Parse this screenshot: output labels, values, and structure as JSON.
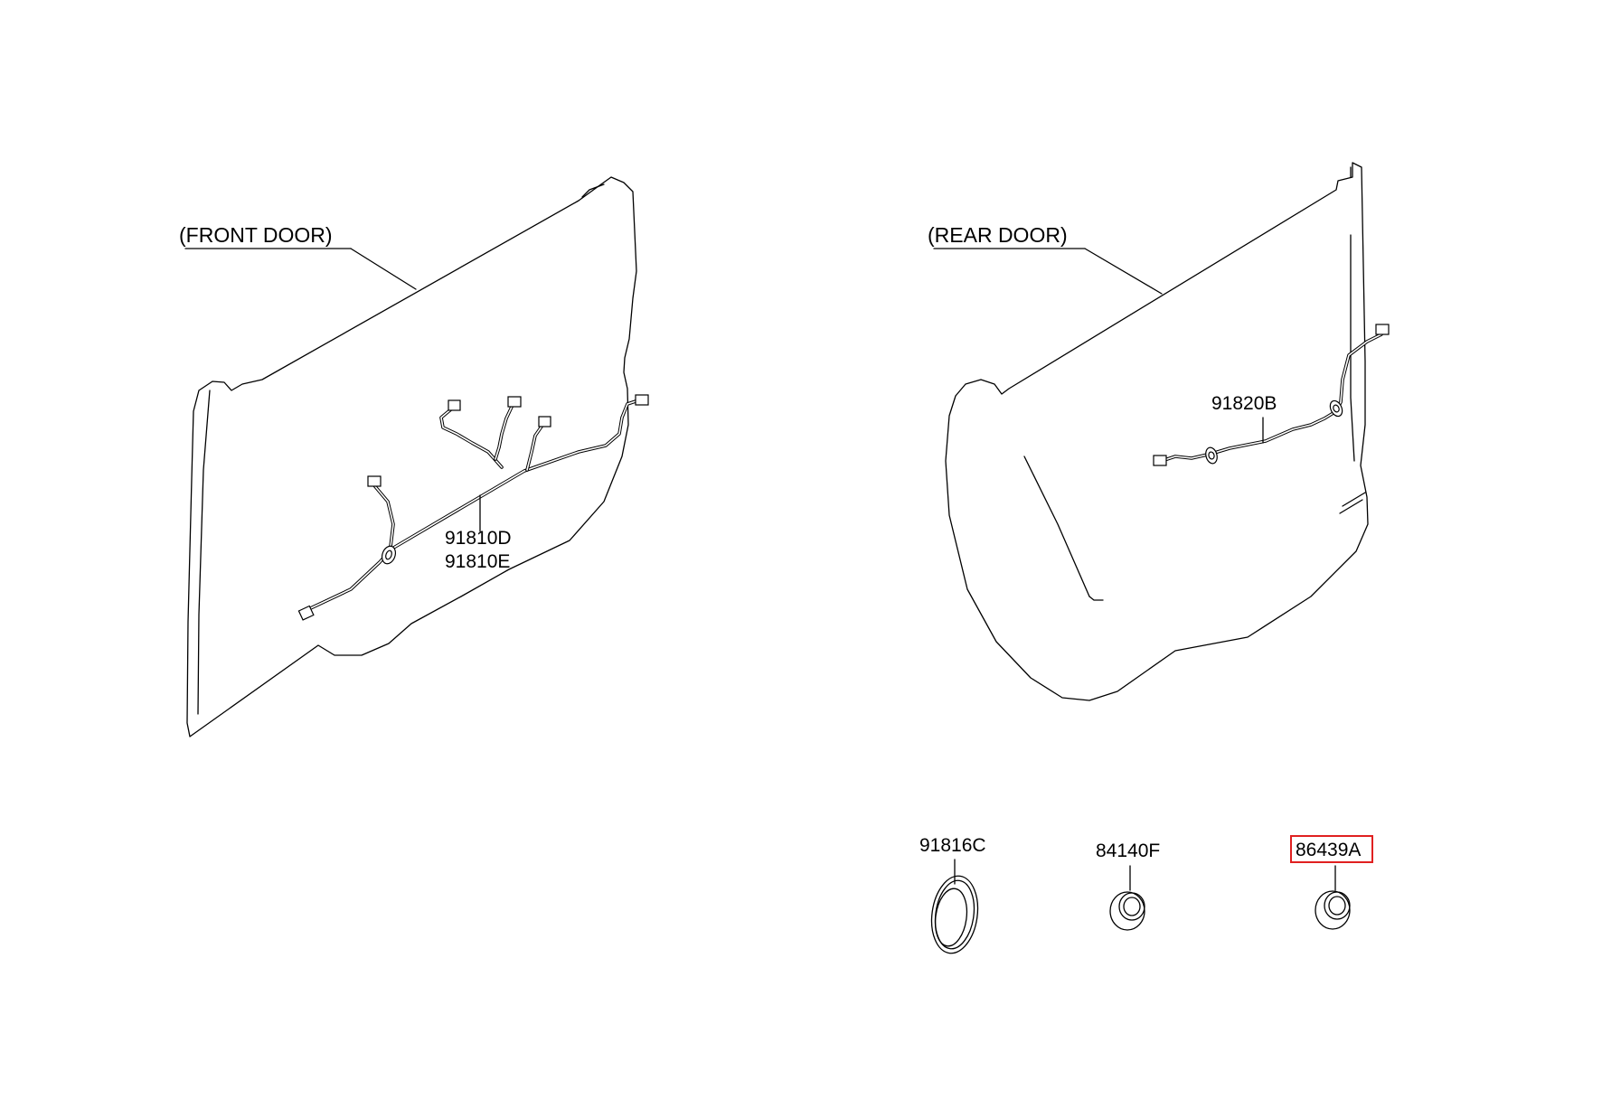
{
  "labels": {
    "front_door": "(FRONT DOOR)",
    "rear_door": "(REAR DOOR)"
  },
  "parts": {
    "front_harness_1": "91810D",
    "front_harness_2": "91810E",
    "rear_harness": "91820B",
    "grommet_oval": "91816C",
    "plug_a": "84140F",
    "plug_b": "86439A"
  },
  "colors": {
    "line": "#000000",
    "background": "#ffffff",
    "highlight": "#e02020"
  }
}
